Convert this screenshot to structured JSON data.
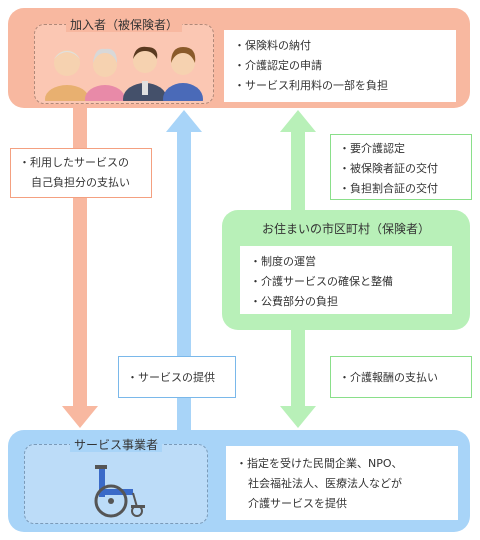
{
  "insured": {
    "title": "加入者（被保険者）",
    "items": [
      "保険料の納付",
      "介護認定の申請",
      "サービス利用料の一部を負担"
    ]
  },
  "municipality": {
    "title": "お住まいの市区町村（保険者）",
    "items": [
      "制度の運営",
      "介護サービスの確保と整備",
      "公費部分の負担"
    ]
  },
  "provider": {
    "title": "サービス事業者",
    "description": [
      "指定を受けた民間企業、NPO、",
      "社会福祉法人、医療法人などが",
      "介護サービスを提供"
    ]
  },
  "flows": {
    "copay": [
      "利用したサービスの",
      "自己負担分の支払い"
    ],
    "certification": [
      "要介護認定",
      "被保険者証の交付",
      "負担割合証の交付"
    ],
    "service": "サービスの提供",
    "fee": "介護報酬の支払い"
  },
  "colors": {
    "insured": "#f8b8a0",
    "municipality": "#b8f0b8",
    "provider": "#a8d4f8"
  },
  "icons": {
    "family": "elderly-family-illustration",
    "wheelchair": "wheelchair-icon"
  }
}
